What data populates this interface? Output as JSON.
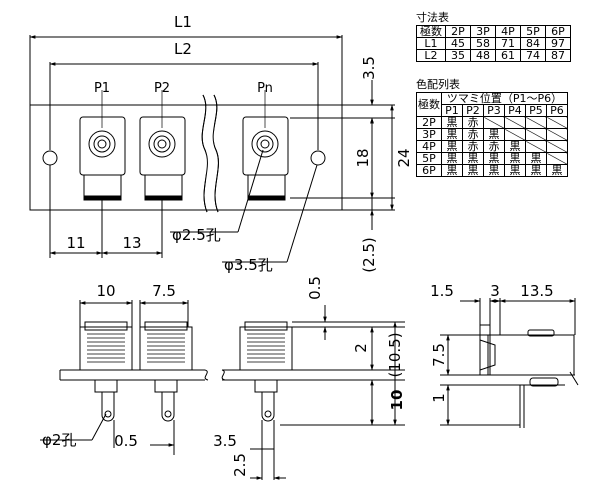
{
  "dims": {
    "L1": "L1",
    "L2": "L2",
    "d35": "3.5",
    "d18": "18",
    "d24": "24",
    "d11": "11",
    "d13": "13",
    "hole25": "φ2.5孔",
    "hole35": "φ3.5孔",
    "d25p": "(2.5)",
    "d10": "10",
    "d75": "7.5",
    "d05": "0.5",
    "d2": "2",
    "d105": "(10.5)",
    "d10b": "10",
    "hole2": "φ2孔",
    "d05b": "0.5",
    "d35b": "3.5",
    "d25": "2.5",
    "d15": "1.5",
    "d3": "3",
    "d135": "13.5",
    "d75s": "7.5",
    "d1": "1"
  },
  "labels": {
    "P1": "P1",
    "P2": "P2",
    "Pn": "Pn"
  },
  "size_table": {
    "title": "寸法表",
    "rows": [
      [
        "極数",
        "2P",
        "3P",
        "4P",
        "5P",
        "6P"
      ],
      [
        "L1",
        "45",
        "58",
        "71",
        "84",
        "97"
      ],
      [
        "L2",
        "35",
        "48",
        "61",
        "74",
        "87"
      ]
    ]
  },
  "color_table": {
    "title": "色配列表",
    "corner": "極数",
    "group": "ツマミ位置（P1～P6）",
    "cols": [
      "P1",
      "P2",
      "P3",
      "P4",
      "P5",
      "P6"
    ],
    "rows": [
      {
        "pole": "2P",
        "cells": [
          "黒",
          "赤",
          "",
          "",
          "",
          ""
        ]
      },
      {
        "pole": "3P",
        "cells": [
          "黒",
          "赤",
          "黒",
          "",
          "",
          ""
        ]
      },
      {
        "pole": "4P",
        "cells": [
          "黒",
          "赤",
          "赤",
          "黒",
          "",
          ""
        ]
      },
      {
        "pole": "5P",
        "cells": [
          "黒",
          "黒",
          "黒",
          "黒",
          "黒",
          ""
        ]
      },
      {
        "pole": "6P",
        "cells": [
          "黒",
          "黒",
          "黒",
          "黒",
          "黒",
          "黒"
        ]
      }
    ]
  }
}
